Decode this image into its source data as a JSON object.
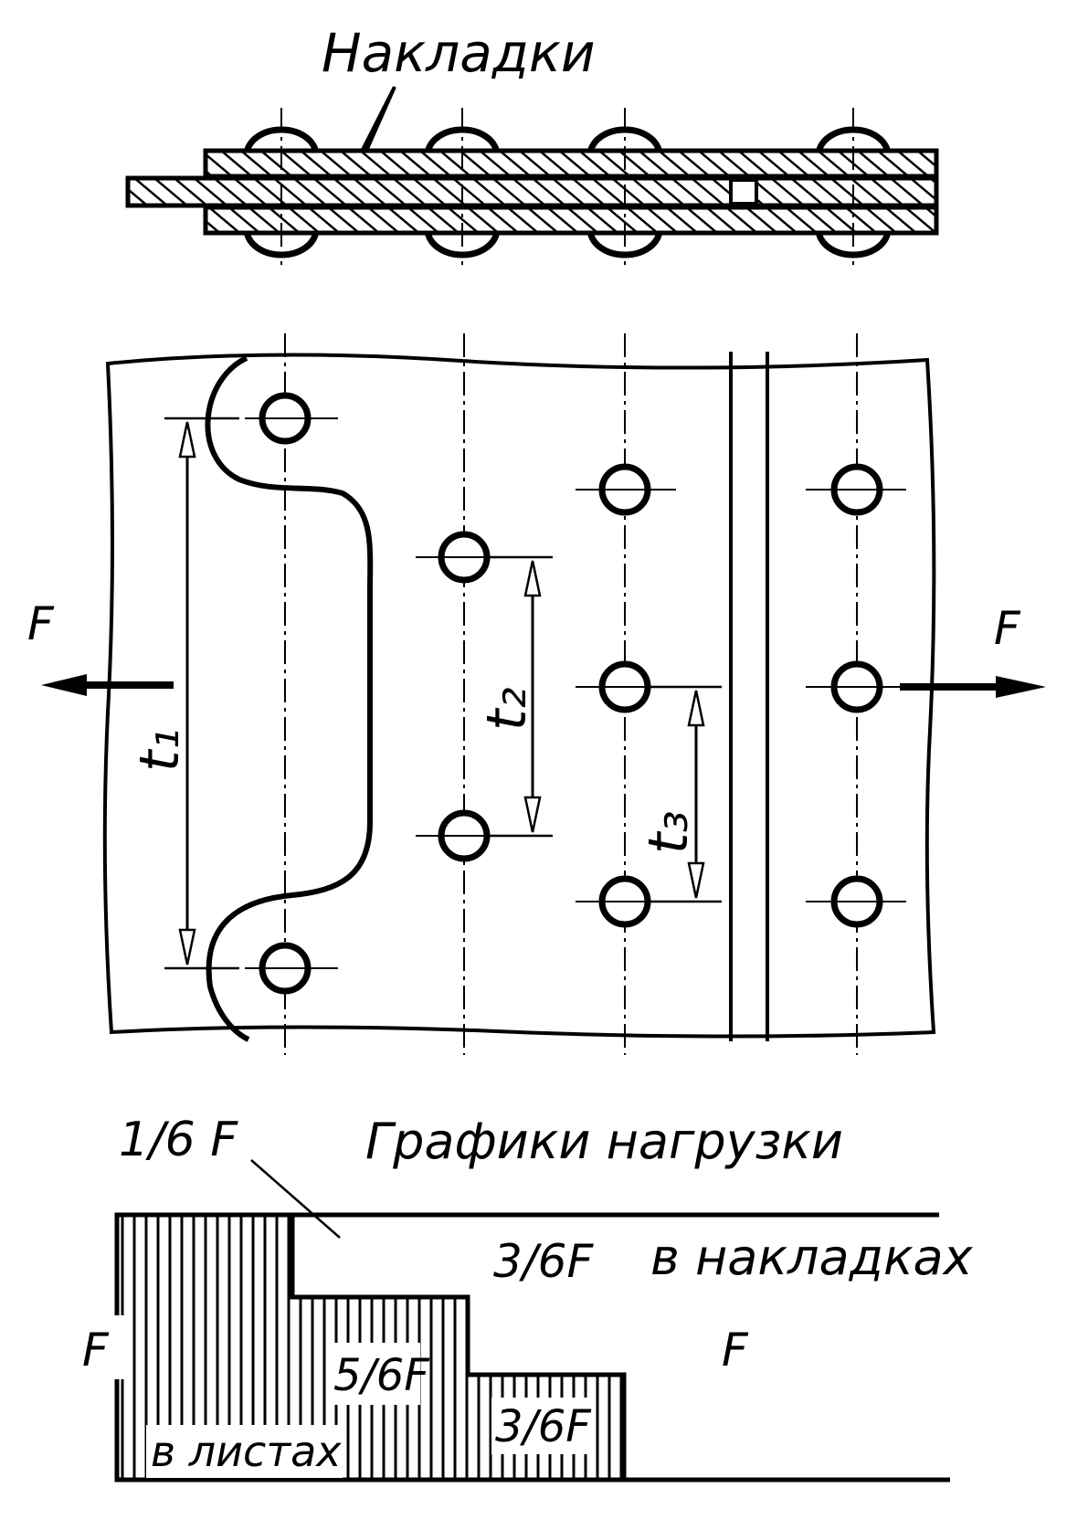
{
  "title_top": "Накладки",
  "labels": {
    "force_left": "F",
    "force_right": "F",
    "pitch_1": "t₁",
    "pitch_2": "t₂",
    "pitch_3": "t₃"
  },
  "graph": {
    "title": "Графики нагрузки",
    "one_sixth": "1/6 F",
    "in_straps": "в накладках",
    "three_sixth_top": "3/6F",
    "f_left": "F",
    "f_right": "F",
    "five_sixth": "5/6F",
    "three_sixth_bottom": "3/6F",
    "in_sheets": "в листах"
  },
  "colors": {
    "ink": "#000000",
    "paper": "#ffffff"
  }
}
